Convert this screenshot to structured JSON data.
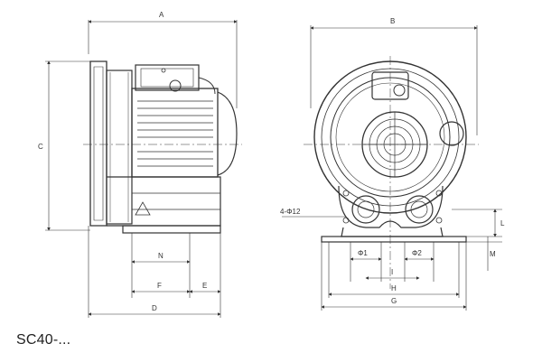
{
  "caption": "SC40-...",
  "side_view": {
    "dim_labels": {
      "A": "A",
      "C": "C",
      "N": "N",
      "F": "F",
      "E": "E",
      "D": "D"
    }
  },
  "front_view": {
    "dim_labels": {
      "B": "B",
      "hole_callout": "4-Φ12",
      "phi1": "Φ1",
      "phi2": "Φ2",
      "I": "I",
      "H": "H",
      "G": "G",
      "L": "L",
      "M": "M"
    }
  }
}
